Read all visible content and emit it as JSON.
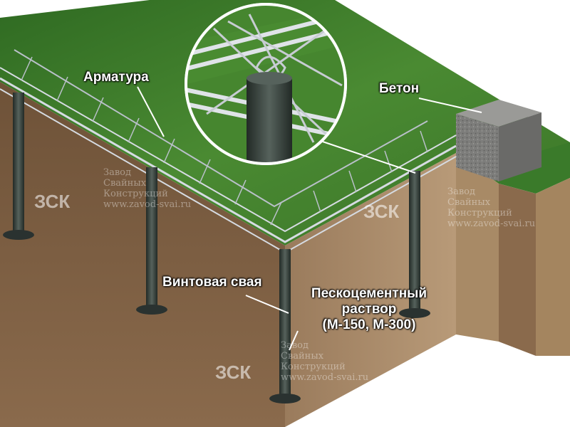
{
  "labels": {
    "rebar": "Арматура",
    "concrete": "Бетон",
    "screw_pile": "Винтовая свая",
    "mortar_line1": "Пескоцементный",
    "mortar_line2": "раствор",
    "mortar_line3": "(М-150, М-300)"
  },
  "watermark": {
    "logo": "ЗСК",
    "line1": "Завод",
    "line2": "Свайных",
    "line3": "Конструкций",
    "url": "www.zavod-svai.ru"
  },
  "colors": {
    "grass": "#3f7a2a",
    "soil": "#7a5c3e",
    "concrete": "#8a8a88",
    "steel": "#c9ced6",
    "pile": "#39443f",
    "background": "#ffffff"
  }
}
